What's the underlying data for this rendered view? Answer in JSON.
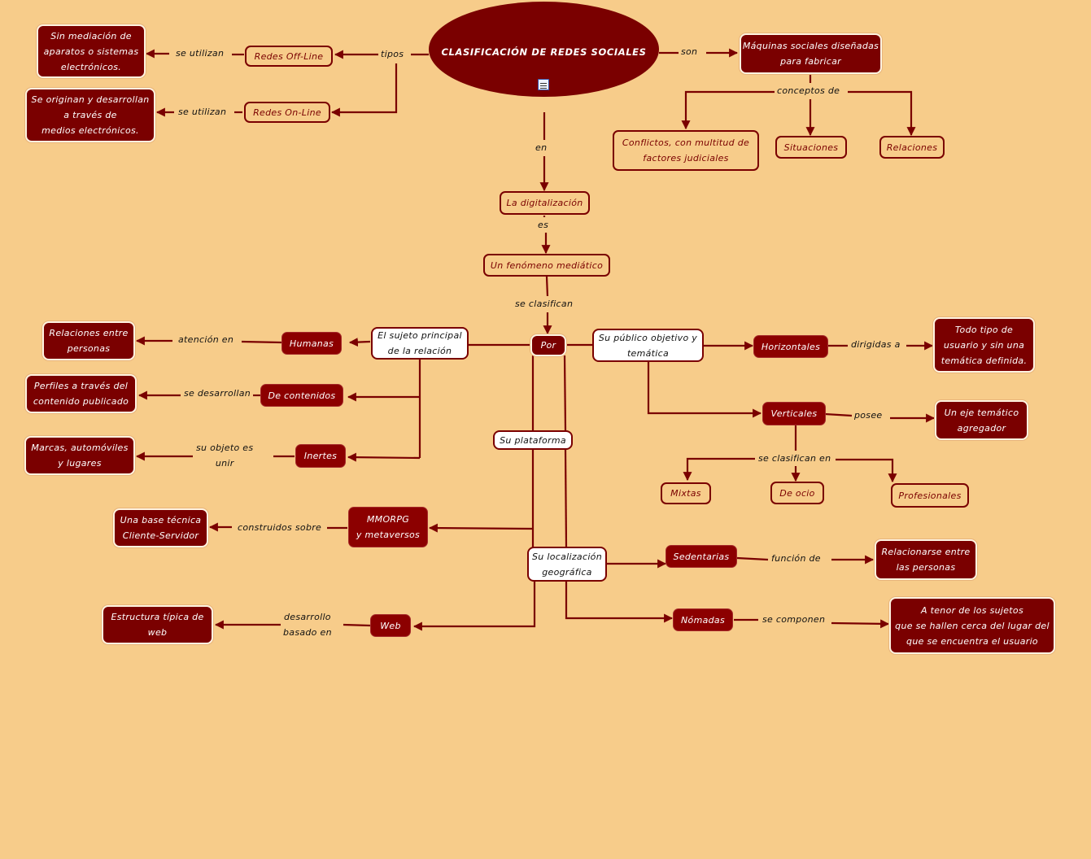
{
  "root": {
    "title": "CLASIFICACIÓN DE REDES SOCIALES",
    "icon": "document-icon"
  },
  "colors": {
    "background": "#f7cc8a",
    "node_dark": "#7a0000",
    "line": "#7a0000"
  },
  "nodes": {
    "offline": "Redes Off-Line",
    "online": "Redes On-Line",
    "offline_desc": "Sin mediación de\naparatos o sistemas\nelectrónicos.",
    "online_desc": "Se originan y desarrollan\na través de\nmedios electrónicos.",
    "maquinas": "Máquinas sociales diseñadas\npara fabricar",
    "conflictos": "Conflictos, con multitud de\nfactores judiciales",
    "situaciones": "Situaciones",
    "relaciones": "Relaciones",
    "digitalizacion": "La digitalización",
    "fenomeno": "Un fenómeno mediático",
    "por": "Por",
    "sujeto": "El sujeto principal\nde la relación",
    "publico": "Su público objetivo y\ntemática",
    "plataforma": "Su plataforma",
    "localizacion": "Su localización\ngeográfica",
    "humanas": "Humanas",
    "contenidos": "De contenidos",
    "inertes": "Inertes",
    "humanas_desc": "Relaciones entre\npersonas",
    "contenidos_desc": "Perfiles a través del\ncontenido publicado",
    "inertes_desc": "Marcas, automóviles\ny lugares",
    "horizontales": "Horizontales",
    "verticales": "Verticales",
    "horizontales_desc": "Todo tipo de\nusuario y sin una\ntemática definida.",
    "verticales_desc": "Un eje temático\nagregador",
    "mixtas": "Mixtas",
    "ocio": "De ocio",
    "profesionales": "Profesionales",
    "mmorpg": "MMORPG\ny metaversos",
    "mmorpg_desc": "Una base técnica\nCliente-Servidor",
    "web": "Web",
    "web_desc": "Estructura típica de\nweb",
    "sedentarias": "Sedentarias",
    "nomadas": "Nómadas",
    "sedentarias_desc": "Relacionarse entre\nlas personas",
    "nomadas_desc": "A tenor de los sujetos\nque se hallen cerca del lugar del\nque se encuentra el usuario"
  },
  "links": {
    "tipos": "tipos",
    "se_utilizan_1": "se utilizan",
    "se_utilizan_2": "se utilizan",
    "son": "son",
    "conceptos_de": "conceptos de",
    "en": "en",
    "es": "es",
    "se_clasifican": "se clasifican",
    "atencion_en": "atención en",
    "se_desarrollan": "se desarrollan",
    "su_objeto": "su objeto es\nunir",
    "dirigidas_a": "dirigidas a",
    "posee": "posee",
    "se_clasifican_en": "se clasifican en",
    "construidos_sobre": "construidos sobre",
    "desarrollo": "desarrollo\nbasado en",
    "funcion_de": "función de",
    "se_componen": "se componen"
  }
}
